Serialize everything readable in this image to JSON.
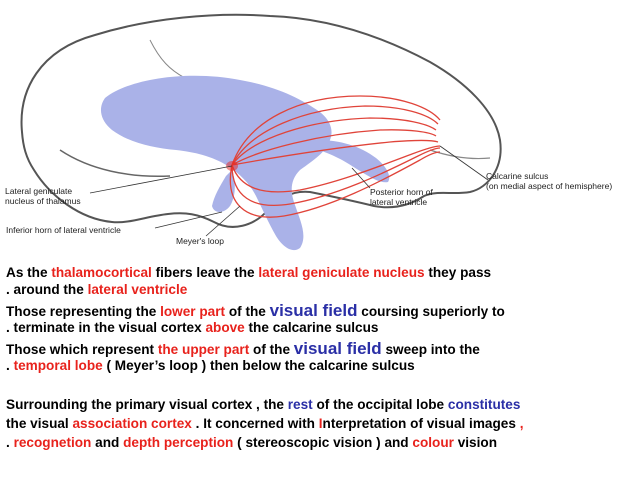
{
  "colors": {
    "red": "#e8221c",
    "blue": "#2a2fa6",
    "ventricle_fill": "#aab2e8",
    "outline": "#555555",
    "fibers": "#e0443a"
  },
  "diagram": {
    "labels": {
      "lgn_1": "Lateral geniculate",
      "lgn_2": "nucleus of thalamus",
      "inferior_horn": "Inferior horn of lateral ventricle",
      "meyers_loop": "Meyer's loop",
      "posterior_horn_1": "Posterior horn of",
      "posterior_horn_2": "lateral ventricle",
      "calcarine_1": "Calcarine sulcus",
      "calcarine_2": "(on medial aspect of hemisphere)"
    }
  },
  "text": {
    "p1_l1": [
      "As the ",
      "thalamocortical",
      " fibers leave the ",
      "lateral geniculate nucleus",
      " they pass"
    ],
    "p1_l2": [
      ". around the ",
      "lateral ventricle"
    ],
    "p1_l3": [
      "Those representing the ",
      "lower part",
      " of the ",
      "visual field",
      " coursing superiorly to"
    ],
    "p1_l4": [
      ". terminate in the visual cortex ",
      "above",
      " the calcarine sulcus"
    ],
    "p1_l5": [
      "Those which represent ",
      "the upper part",
      " of the ",
      "visual field",
      " sweep into the"
    ],
    "p1_l6": [
      ". ",
      "temporal lobe",
      " ( Meyer’s loop ) then below the calcarine sulcus"
    ],
    "p2_l1": [
      "Surrounding the primary visual cortex , the ",
      "rest",
      " of the occipital lobe ",
      "constitutes"
    ],
    "p2_l2": [
      "the visual ",
      "association cortex",
      " . It concerned with ",
      "I",
      "nterpretation of visual images ",
      ","
    ],
    "p2_l3": [
      " . ",
      "recognetion",
      " and ",
      "depth perception",
      " ( stereoscopic vision ) and ",
      "colour",
      " vision"
    ]
  }
}
